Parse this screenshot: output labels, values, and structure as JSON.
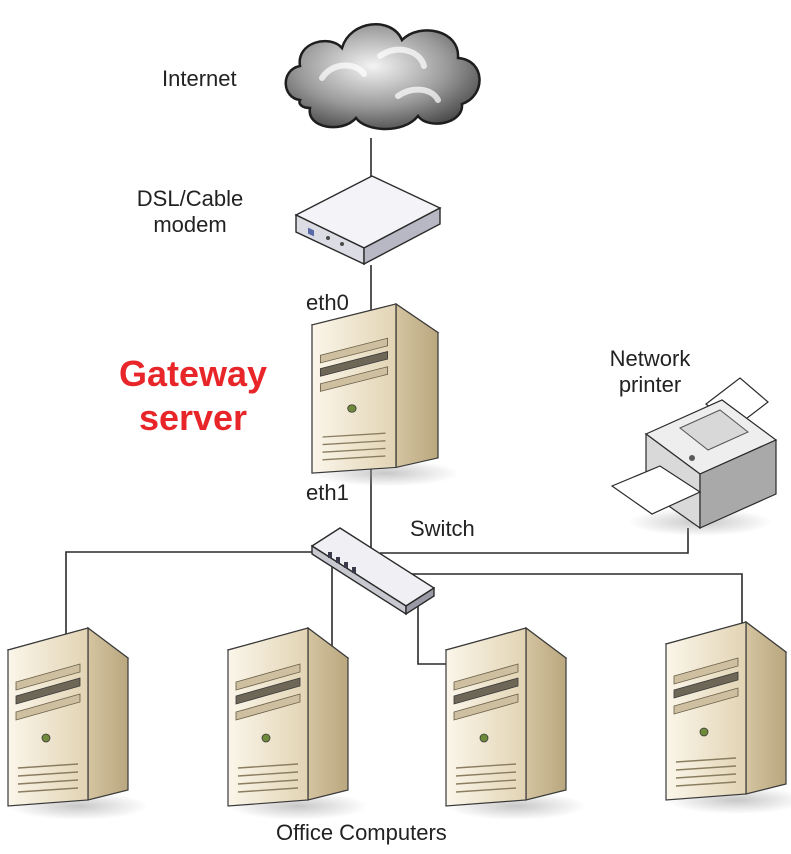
{
  "labels": {
    "internet": "Internet",
    "modem_line1": "DSL/Cable",
    "modem_line2": "modem",
    "eth0": "eth0",
    "eth1": "eth1",
    "gateway_line1": "Gateway",
    "gateway_line2": "server",
    "printer_line1": "Network",
    "printer_line2": "printer",
    "switch": "Switch",
    "office": "Office Computers"
  },
  "colors": {
    "gateway_text": "#e8262a",
    "label_text": "#222222",
    "line": "#2a2a2a",
    "tower_front": "#efe4cc",
    "tower_side": "#c9b994",
    "tower_top": "#f8f1e2"
  },
  "icons": [
    "cloud-icon",
    "modem-icon",
    "server-icon",
    "printer-icon",
    "switch-icon",
    "computer-icon"
  ]
}
